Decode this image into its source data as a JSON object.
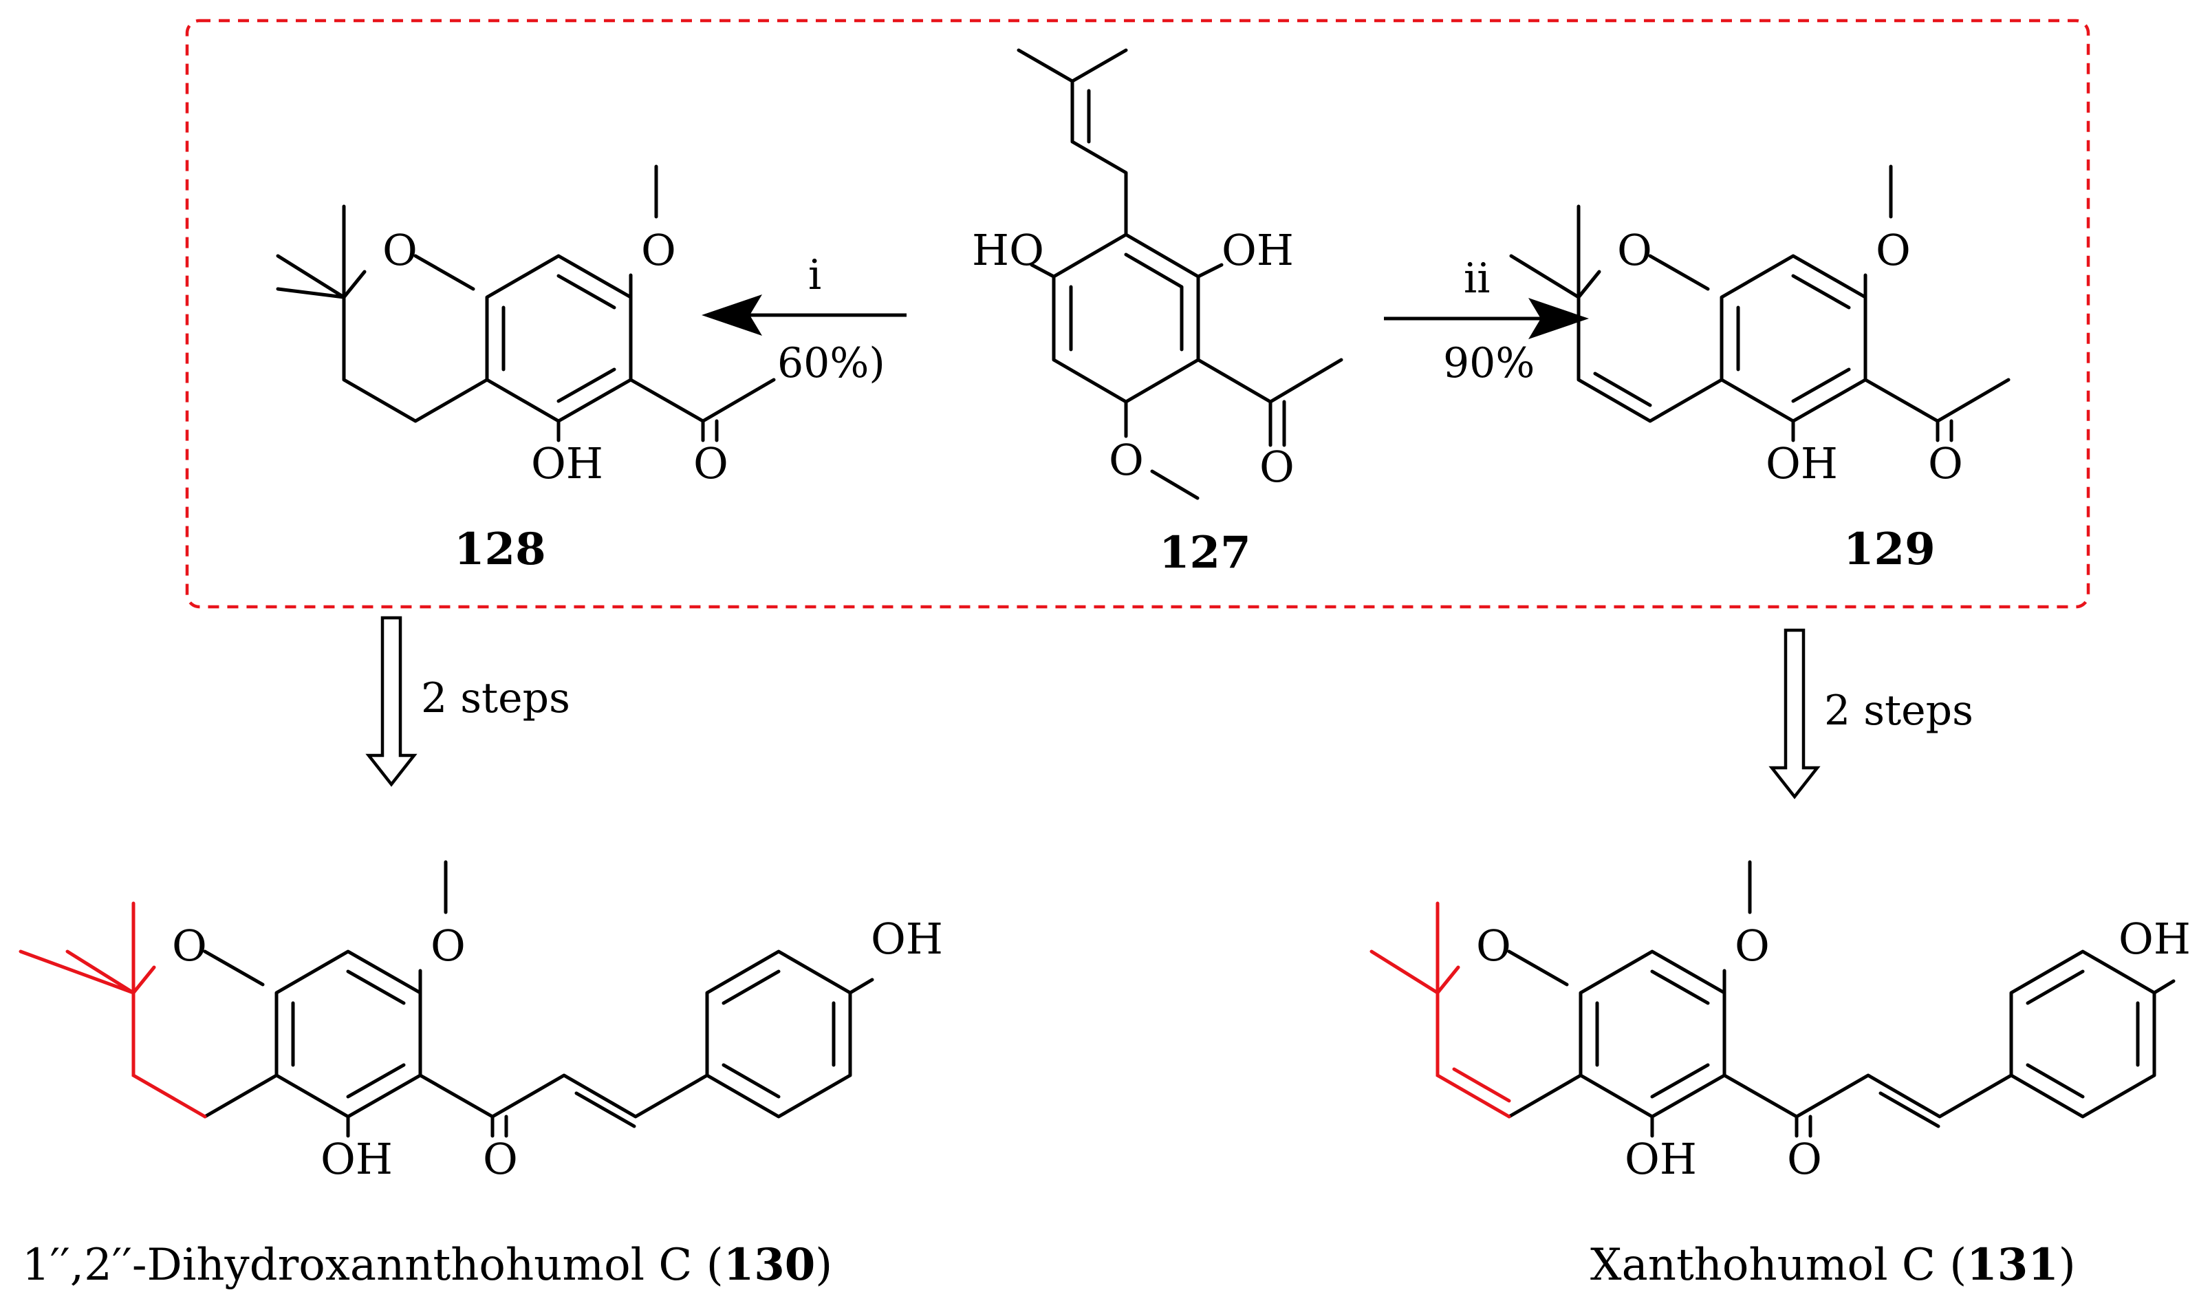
{
  "highlight_color": "#e8141b",
  "box": {
    "border_color": "#e8141b",
    "style": "dashed"
  },
  "compounds": {
    "c127": {
      "number": "127",
      "labels": {
        "ho": "HO",
        "oh": "OH",
        "o_methoxy": "O",
        "o_carbonyl": "O"
      }
    },
    "c128": {
      "number": "128",
      "labels": {
        "o_ring": "O",
        "o_methoxy": "O",
        "oh": "OH",
        "o_carbonyl": "O"
      }
    },
    "c129": {
      "number": "129",
      "labels": {
        "o_ring": "O",
        "o_methoxy": "O",
        "oh": "OH",
        "o_carbonyl": "O"
      }
    },
    "c130": {
      "number": "130",
      "caption_prefix": "1′′,2′′-Dihydroxannthohumol C (",
      "caption_suffix": ")",
      "labels": {
        "o_ring": "O",
        "o_methoxy": "O",
        "oh": "OH",
        "o_carbonyl": "O",
        "oh_para": "OH"
      }
    },
    "c131": {
      "number": "131",
      "caption_prefix": "Xanthohumol C (",
      "caption_suffix": ")",
      "labels": {
        "o_ring": "O",
        "o_methoxy": "O",
        "oh": "OH",
        "o_carbonyl": "O",
        "oh_para": "OH"
      }
    }
  },
  "reactions": {
    "r1": {
      "reagent": "i",
      "yield": "60%)"
    },
    "r2": {
      "reagent": "ii",
      "yield": "90%"
    },
    "r3": {
      "label": "2 steps"
    },
    "r4": {
      "label": "2 steps"
    }
  }
}
